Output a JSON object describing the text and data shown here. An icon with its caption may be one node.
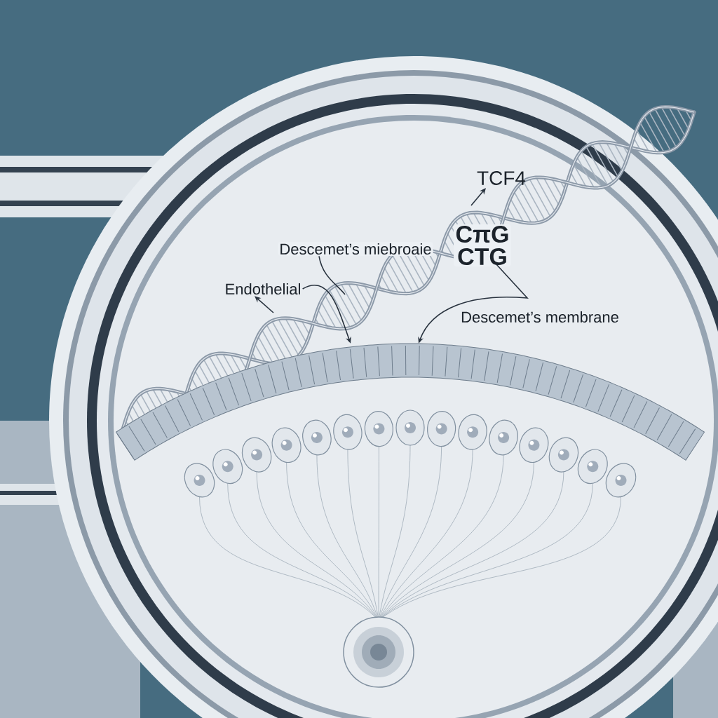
{
  "diagram": {
    "nodes": [
      {
        "text": [
          "TCF4"
        ]
      },
      {
        "text": [
          "CπG CTG"
        ]
      },
      {
        "text": [
          "Descemet’s miebroaie"
        ]
      },
      {
        "text": [
          "Endothelial"
        ]
      },
      {
        "text": [
          "Descemet’s membrane"
        ]
      },
      {
        "text": [],
        "shape": "bar"
      }
    ],
    "edges": [
      {
        "from": null,
        "to": 0,
        "arrow": "to"
      },
      {
        "from": 2,
        "to": null,
        "arrow": "none"
      },
      {
        "from": 3,
        "to": 5,
        "arrow": "to"
      },
      {
        "from": null,
        "to": 3,
        "arrow": "to"
      },
      {
        "from": 1,
        "to": 5,
        "arrow": "to"
      }
    ]
  }
}
